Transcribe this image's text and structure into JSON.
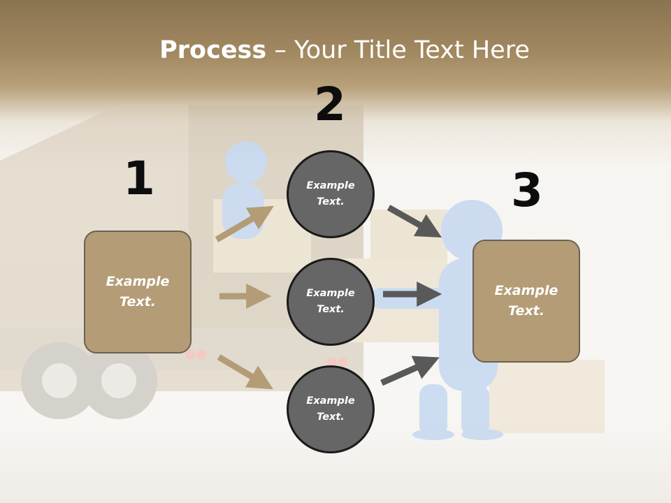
{
  "slide": {
    "title_bold": "Process",
    "title_rest": " – Your Title Text Here",
    "numbers": [
      "1",
      "2",
      "3"
    ],
    "box_left": {
      "line1": "Example",
      "line2": "Text."
    },
    "box_right": {
      "line1": "Example",
      "line2": "Text."
    },
    "circles": [
      {
        "line1": "Example",
        "line2": "Text."
      },
      {
        "line1": "Example",
        "line2": "Text."
      },
      {
        "line1": "Example",
        "line2": "Text."
      }
    ]
  },
  "colors": {
    "header_band": "#8a7350",
    "box_fill": "#b39c76",
    "box_border": "#6b6150",
    "circle_fill": "#666666",
    "circle_border": "#1a1a1a",
    "arrow_tan": "#b39c76",
    "arrow_gray": "#595959",
    "number_text": "#0d0d0d"
  }
}
